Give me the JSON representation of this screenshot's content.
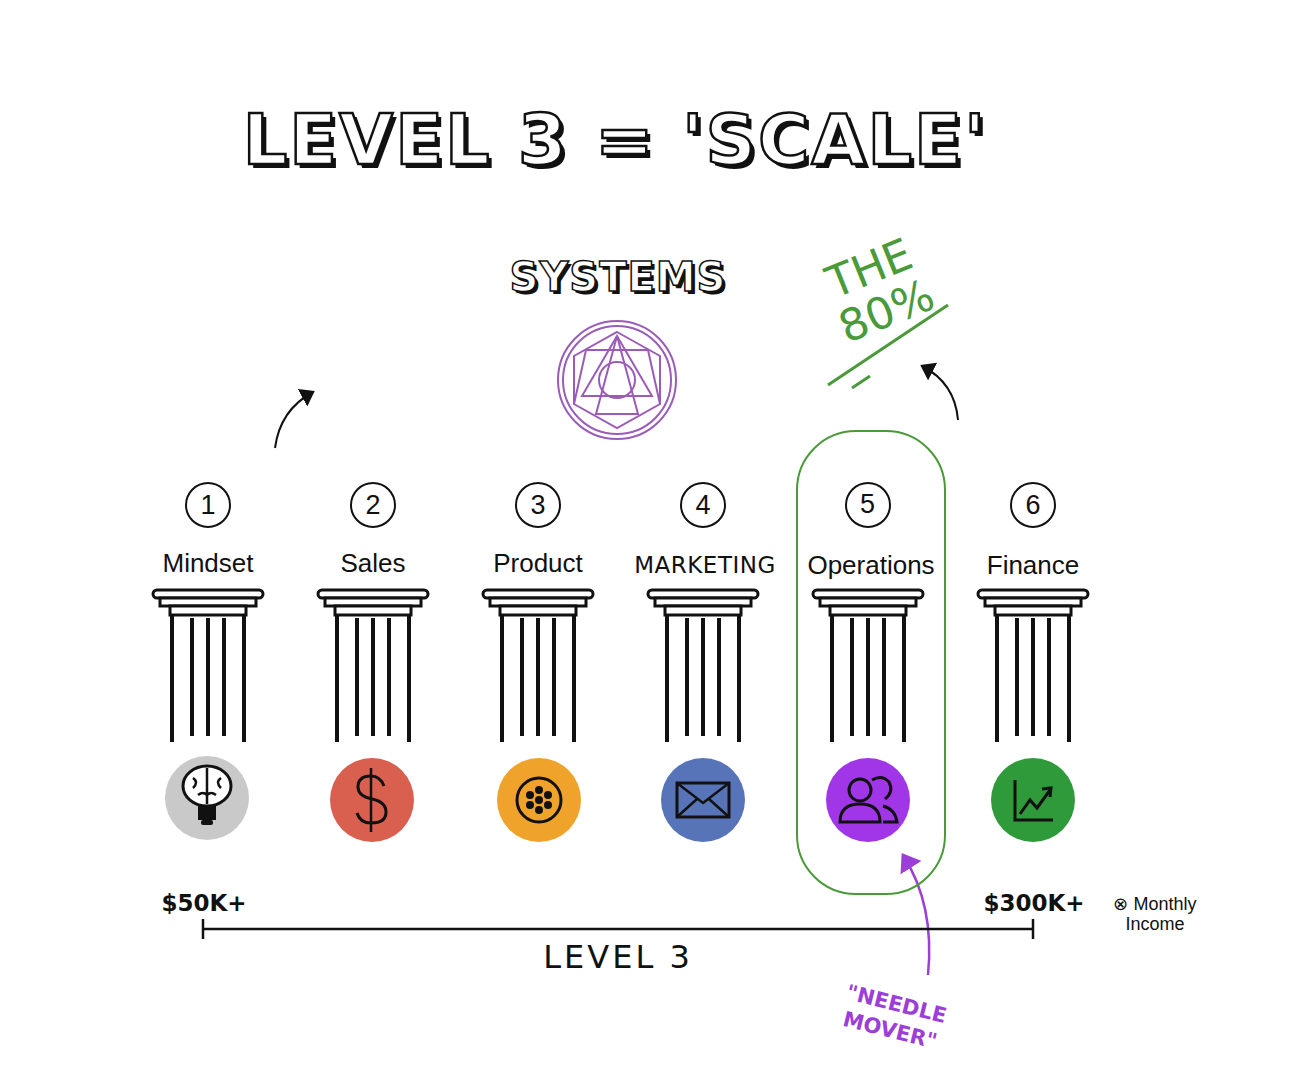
{
  "diagram": {
    "title": "LEVEL 3 = 'SCALE'",
    "nodes": [
      {
        "text": [
          "1"
        ]
      },
      {
        "text": [
          "2"
        ]
      },
      {
        "text": [
          "3"
        ]
      },
      {
        "text": [
          "4"
        ]
      },
      {
        "text": [
          "Operations"
        ]
      },
      {
        "text": [
          "5"
        ],
        "in": 4
      },
      {
        "text": [
          "6"
        ]
      }
    ],
    "labels": [
      "SYSTEMS",
      "THE 80%",
      "Mindset",
      "Sales",
      "Product",
      "MARKETING",
      "Finance",
      "$50K+",
      "$300K+",
      "⊗ Monthly Income",
      "LEVEL 3",
      "\"NEEDLE MOVER\""
    ]
  }
}
